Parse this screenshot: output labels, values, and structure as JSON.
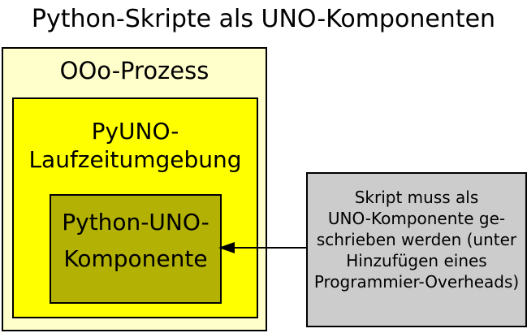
{
  "title": "Python-Skripte als UNO-Komponenten",
  "diagram": {
    "ooo_process": {
      "label": "OOo-Prozess"
    },
    "pyuno_runtime": {
      "label": "PyUNO-\nLaufzeitumgebung"
    },
    "python_uno_component": {
      "label": "Python-UNO-\nKomponente"
    },
    "annotation": {
      "text": "Skript muss als\nUNO-Komponente ge-\nschrieben werden (unter\nHinzufügen eines\nProgrammier-Overheads)"
    }
  },
  "colors": {
    "outer_box_fill": "#ffffcc",
    "runtime_box_fill": "#ffff00",
    "component_box_fill": "#b2b104",
    "annotation_fill": "#cccccc",
    "border": "#000000",
    "background": "#ffffff"
  }
}
